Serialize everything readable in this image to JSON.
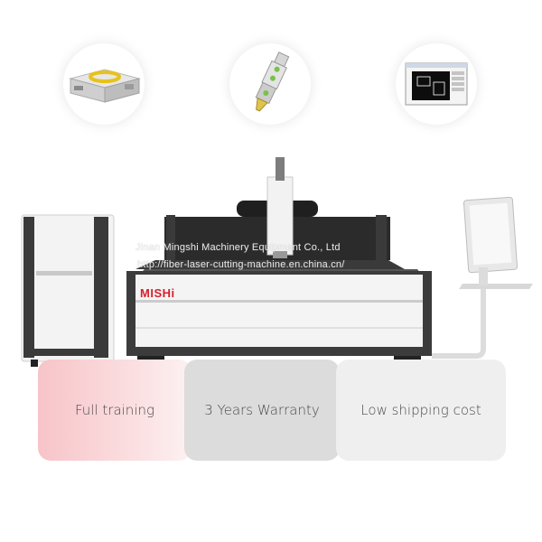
{
  "product": {
    "brand": "MISHi"
  },
  "watermark": {
    "line1": "Jinan Mingshi Machinery Equipment Co., Ltd",
    "line2": "http://fiber-laser-cutting-machine.en.china.cn/"
  },
  "thumbnails": [
    {
      "icon": "laser-source-icon"
    },
    {
      "icon": "cutting-head-icon"
    },
    {
      "icon": "control-software-icon"
    }
  ],
  "features": [
    {
      "label": "Full training"
    },
    {
      "label": "3 Years Warranty"
    },
    {
      "label": "Low shipping cost"
    }
  ],
  "colors": {
    "brand_red": "#d61f2a",
    "frame_dark": "#3c3c3c",
    "body_white": "#f4f4f4",
    "feature_pink": "#f7c4c8",
    "feature_gray": "#dcdcdc",
    "feature_light": "#efefef"
  }
}
